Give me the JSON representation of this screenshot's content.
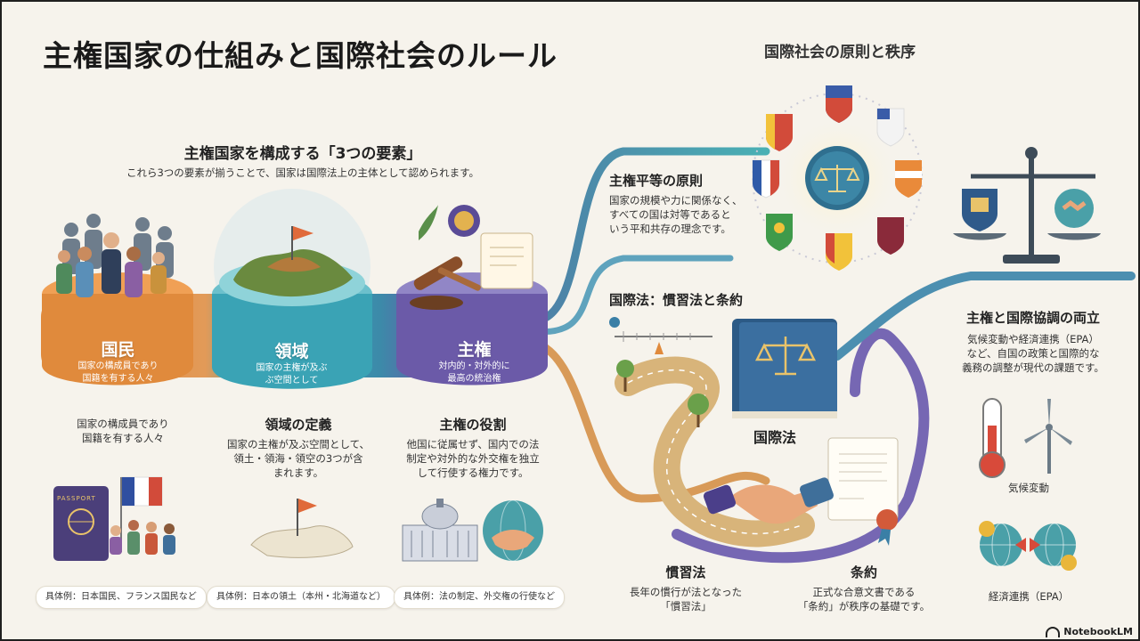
{
  "title": "主権国家の仕組みと国際社会のルール",
  "right_heading": "国際社会の原則と秩序",
  "three_elements": {
    "heading": "主権国家を構成する「3つの要素」",
    "subheading": "これら3つの要素が揃うことで、国家は国際法上の主体として認められます。"
  },
  "pillars": [
    {
      "label": "国民",
      "desc1": "国家の構成員であり",
      "desc2": "国籍を有する人々"
    },
    {
      "label": "領域",
      "desc1": "国家の主権が及ぶ",
      "desc2": "ぶ空間として"
    },
    {
      "label": "主権",
      "desc1": "対内的・対外的に",
      "desc2": "最高の統治権"
    }
  ],
  "columns": [
    {
      "heading": "",
      "text": [
        "国家の構成員であり",
        "国籍を有する人々"
      ],
      "example": "具体例：日本国民、フランス国民など"
    },
    {
      "heading": "領域の定義",
      "text": [
        "国家の主権が及ぶ空間として、",
        "領土・領海・領空の3つが含",
        "まれます。"
      ],
      "example": "具体例：日本の領土（本州・北海道など）"
    },
    {
      "heading": "主権の役割",
      "text": [
        "他国に従属せず、国内での法",
        "制定や対外的な外交権を独立",
        "して行使する権力です。"
      ],
      "example": "具体例：法の制定、外交権の行使など"
    }
  ],
  "sovereign_equality": {
    "heading": "主権平等の原則",
    "text": [
      "国家の規模や力に関係なく、",
      "すべての国は対等であると",
      "いう平和共存の理念です。"
    ]
  },
  "intl_law": {
    "heading": "国際法：慣習法と条約",
    "book_label": "国際法"
  },
  "customary": {
    "heading": "慣習法",
    "text": [
      "長年の慣行が法となった",
      "「慣習法」"
    ]
  },
  "treaty": {
    "heading": "条約",
    "text": [
      "正式な合意文書である",
      "「条約」が秩序の基礎です。"
    ]
  },
  "coordination": {
    "heading": "主権と国際協調の両立",
    "text": [
      "気候変動や経済連携（EPA）",
      "など、自国の政策と国際的な",
      "義務の調整が現代の課題です。"
    ]
  },
  "climate_label": "気候変動",
  "epa_label": "経済連携（EPA）",
  "passport_text": "PASSPORT",
  "branding": "NotebookLM",
  "colors": {
    "people": "#e08a3c",
    "territory": "#3aa3b5",
    "sovereignty": "#6b5aa8",
    "road": "#d8b47a",
    "teal": "#2f8fa3",
    "purple": "#6b5aa8"
  },
  "icons": [
    "people-icon",
    "island-flag-icon",
    "gavel-scroll-icon",
    "scales-icon",
    "passport-icon",
    "flag-icon",
    "capitol-icon",
    "handshake-icon",
    "globe-icon",
    "thermometer-icon",
    "wind-turbine-icon",
    "document-icon",
    "tree-icon"
  ]
}
